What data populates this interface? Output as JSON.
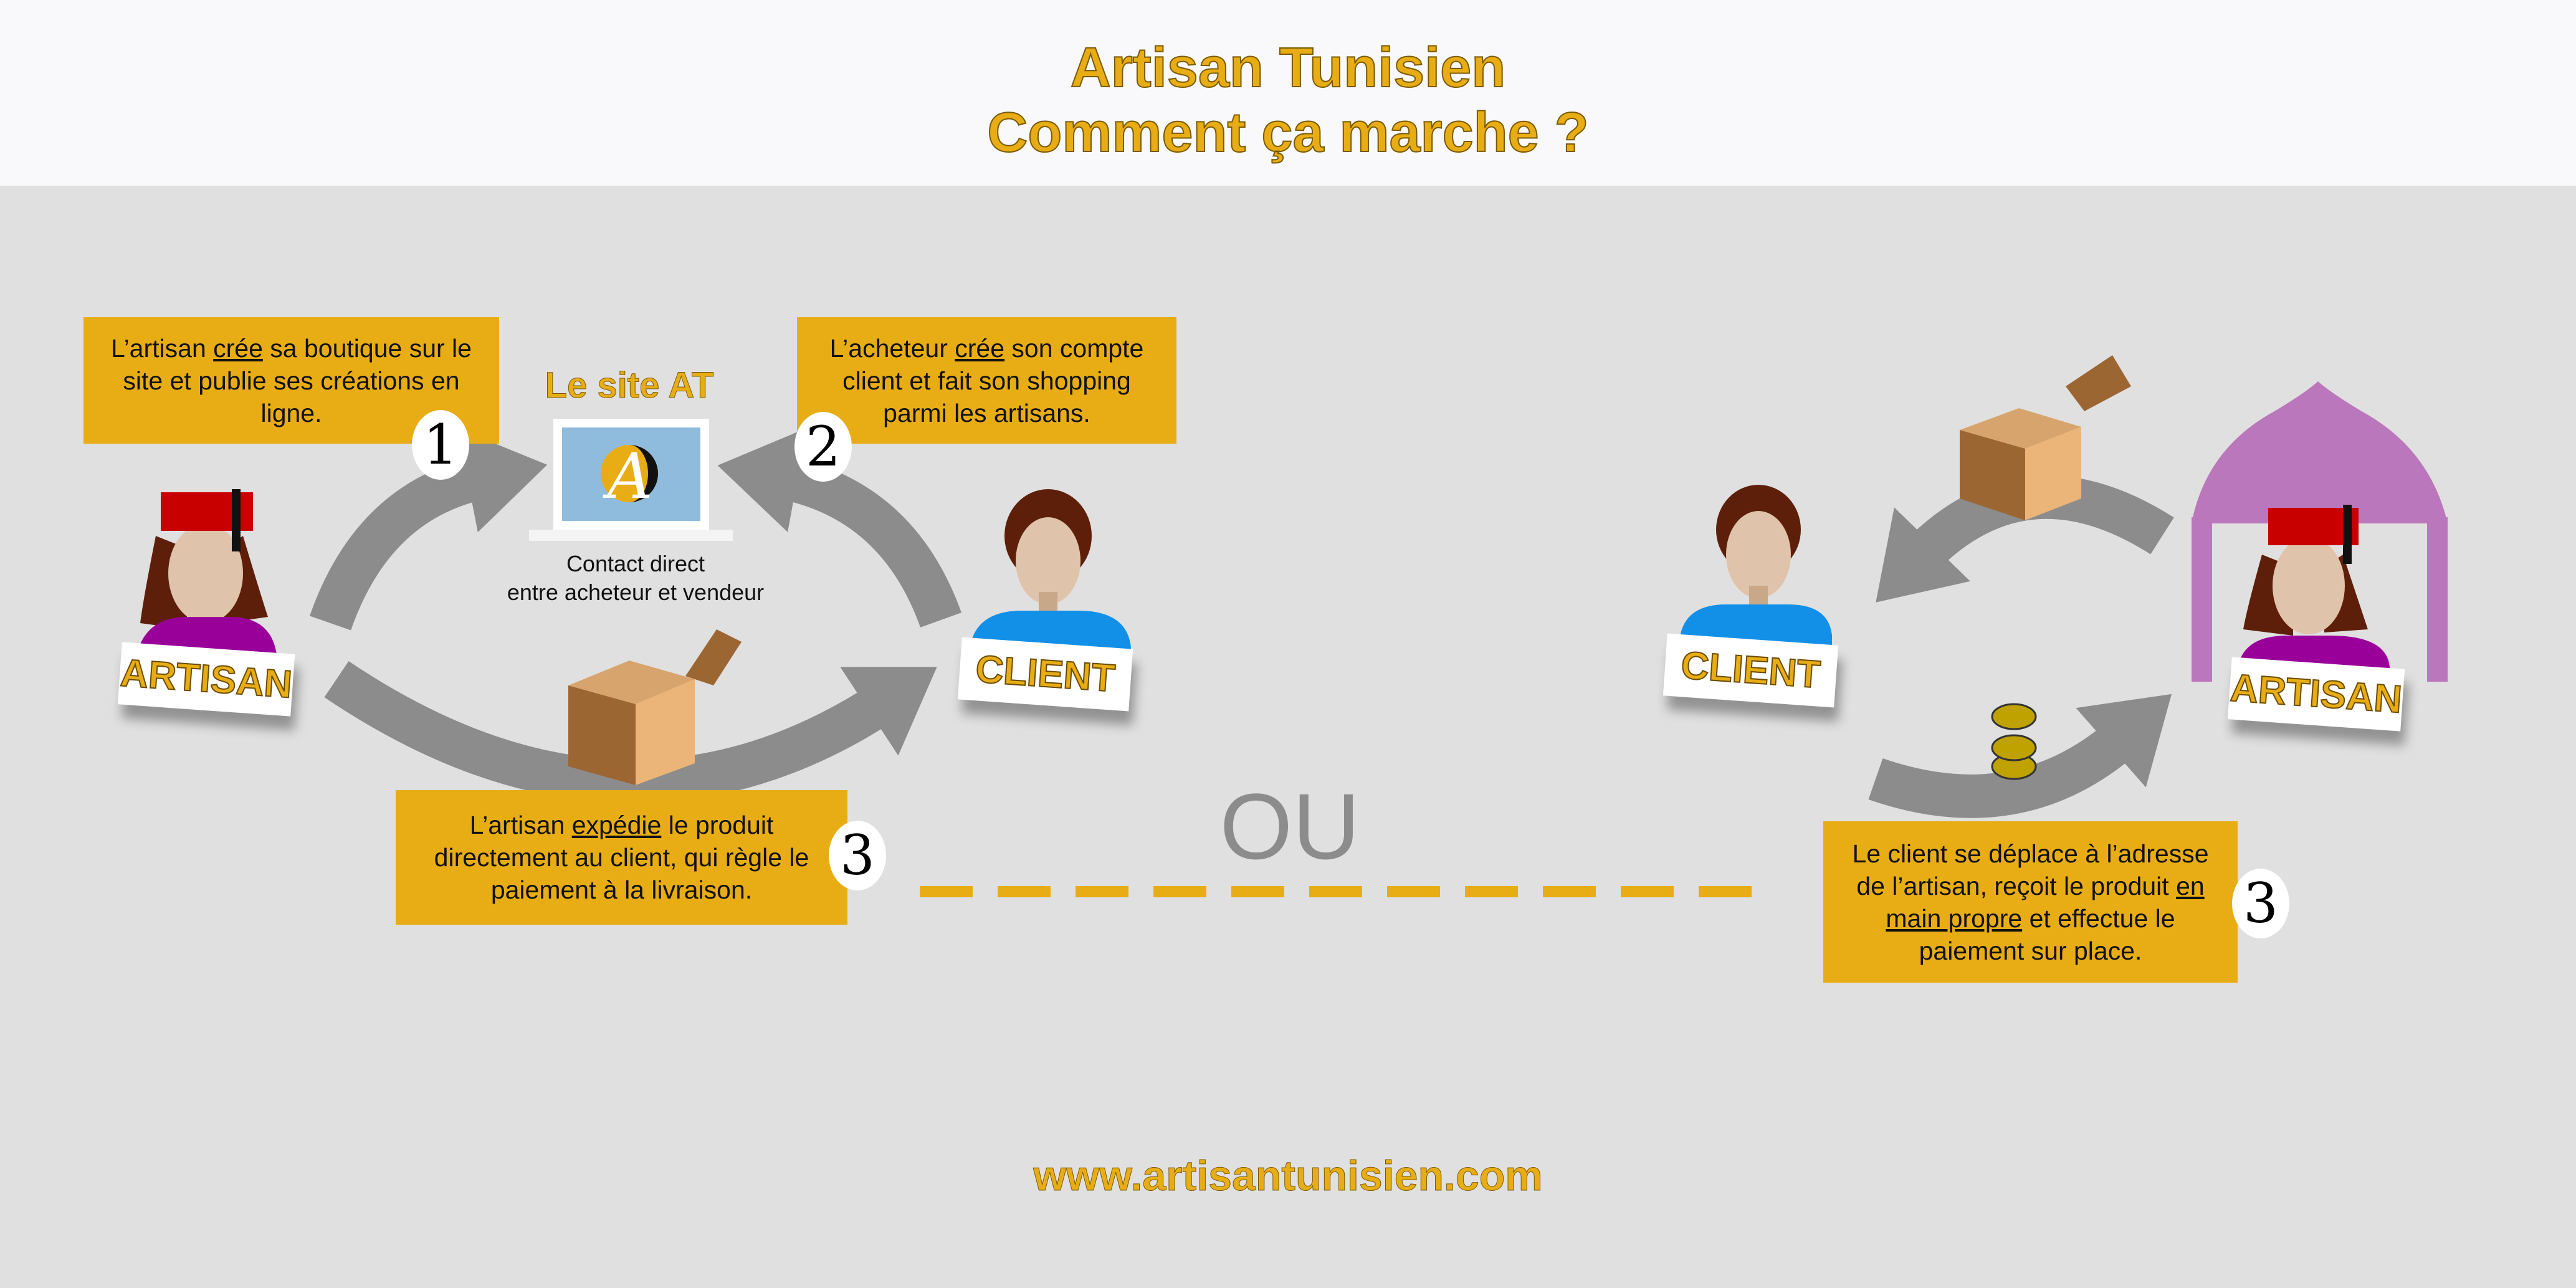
{
  "header": {
    "title_line1": "Artisan Tunisien",
    "title_line2": "Comment ça marche ?"
  },
  "step1": {
    "number": "1",
    "pre": "L’artisan ",
    "underlined": "crée",
    "post": " sa boutique sur le site et publie ses créations en ligne."
  },
  "step2": {
    "number": "2",
    "pre": "L’acheteur ",
    "underlined": "crée",
    "post": " son compte client et fait son shopping parmi les artisans."
  },
  "site": {
    "title": "Le site AT",
    "caption_line1": "Contact direct",
    "caption_line2": "entre acheteur et vendeur"
  },
  "step3_delivery": {
    "number": "3",
    "pre": "L’artisan ",
    "underlined": "expédie",
    "post": " le produit directement au client, qui règle le paiement à la livraison."
  },
  "separator": {
    "label": "OU"
  },
  "step3_pickup": {
    "number": "3",
    "pre": "Le client se déplace à l’adresse de l’artisan, reçoit le produit ",
    "underlined": "en main propre",
    "post": " et effectue le paiement sur place."
  },
  "labels": {
    "artisan": "ARTISAN",
    "client": "CLIENT"
  },
  "footer": {
    "url": "www.artisantunisien.com"
  },
  "logo_letter": "A",
  "colors": {
    "accent": "#e8ad15",
    "arrow": "#8c8c8c",
    "tent": "#bb77bb",
    "background": "#e0e0e0"
  }
}
